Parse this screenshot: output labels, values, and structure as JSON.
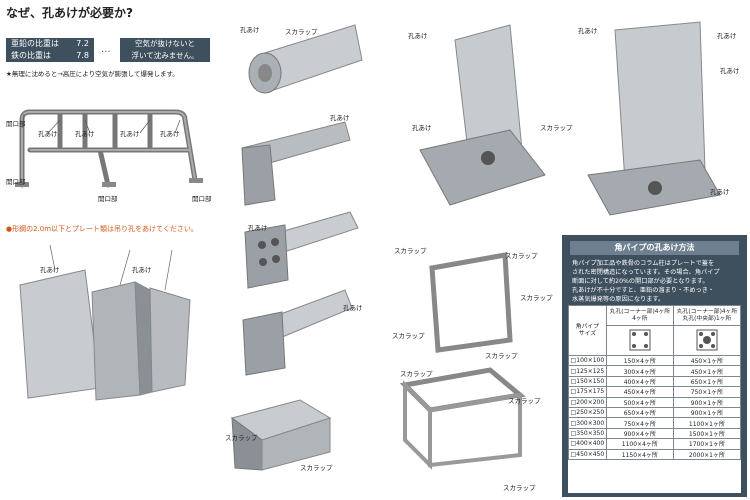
{
  "header": {
    "title": "なぜ、孔あけが必要か?",
    "lead_gravity": "亜鉛の比重は",
    "lead_value": "7.2",
    "iron_gravity": "鉄の比重は",
    "iron_value": "7.8",
    "dots": "...",
    "float_note": [
      "空気が抜けないと",
      "浮いて沈みません。"
    ],
    "warning": "★無理に沈めると→高圧により空気が膨張して爆発します。",
    "steel_note": "●形鋼の2.0m以下とプレート類は吊り孔をあけてください。"
  },
  "labels": {
    "hole": "孔あけ",
    "opening": "開口部",
    "scallop": "スカラップ"
  },
  "panel": {
    "title": "角パイプの孔あけ方法",
    "description": [
      "角パイプ加工品や鉄骨のコラム柱はプレートで蓋を",
      "された密閉構造になっています。その場合、角パイプ",
      "断面に対して約20%の開口部が必要となります。",
      "孔あけが不十分ですと、亜鉛の溜まり・不めっき・",
      "水蒸気爆発等の原因になります。"
    ],
    "col_size": [
      "角パイプ",
      "サイズ"
    ],
    "col_corner": [
      "丸孔(コーナー部)4ヶ所",
      "4ヶ所"
    ],
    "col_center": [
      "丸孔(コーナー部)4ヶ所",
      "丸孔(中央部)1ヶ所"
    ],
    "rows": [
      [
        "□100×100",
        "150×4ヶ所",
        "450×1ヶ所"
      ],
      [
        "□125×125",
        "300×4ヶ所",
        "450×1ヶ所"
      ],
      [
        "□150×150",
        "400×4ヶ所",
        "650×1ヶ所"
      ],
      [
        "□175×175",
        "450×4ヶ所",
        "750×1ヶ所"
      ],
      [
        "□200×200",
        "500×4ヶ所",
        "900×1ヶ所"
      ],
      [
        "□250×250",
        "650×4ヶ所",
        "900×1ヶ所"
      ],
      [
        "□300×300",
        "750×4ヶ所",
        "1100×1ヶ所"
      ],
      [
        "□350×350",
        "900×4ヶ所",
        "1500×1ヶ所"
      ],
      [
        "□400×400",
        "1100×4ヶ所",
        "1700×1ヶ所"
      ],
      [
        "□450×450",
        "1150×4ヶ所",
        "2000×1ヶ所"
      ]
    ]
  }
}
